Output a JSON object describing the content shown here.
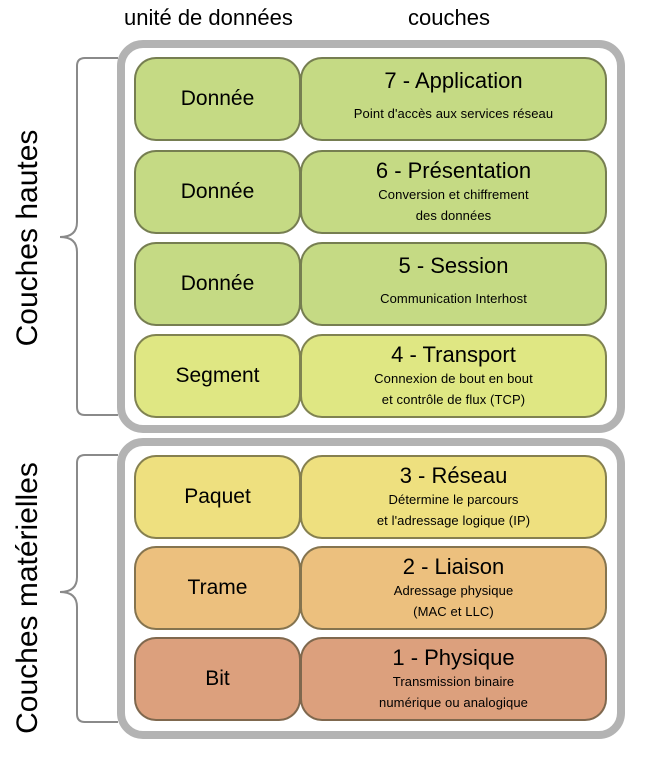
{
  "header": {
    "unit_label": "unité de données",
    "layer_label": "couches"
  },
  "groups": [
    {
      "label": "Couches hautes",
      "layers": [
        {
          "unit": "Donnée",
          "title": "7 - Application",
          "desc_line1": "Point d'accès aux services réseau",
          "desc_line2": "",
          "color": "#c5da84"
        },
        {
          "unit": "Donnée",
          "title": "6 - Présentation",
          "desc_line1": "Conversion et chiffrement",
          "desc_line2": "des données",
          "color": "#c5da84"
        },
        {
          "unit": "Donnée",
          "title": "5 - Session",
          "desc_line1": "Communication Interhost",
          "desc_line2": "",
          "color": "#c5da84"
        },
        {
          "unit": "Segment",
          "title": "4 - Transport",
          "desc_line1": "Connexion de bout en bout",
          "desc_line2": "et contrôle de flux (TCP)",
          "color": "#dfe783"
        }
      ]
    },
    {
      "label": "Couches matérielles",
      "layers": [
        {
          "unit": "Paquet",
          "title": "3 - Réseau",
          "desc_line1": "Détermine le parcours",
          "desc_line2": "et l'adressage logique (IP)",
          "color": "#eee07f"
        },
        {
          "unit": "Trame",
          "title": "2 - Liaison",
          "desc_line1": "Adressage physique",
          "desc_line2": "(MAC et LLC)",
          "color": "#ecc07e"
        },
        {
          "unit": "Bit",
          "title": "1 - Physique",
          "desc_line1": "Transmission binaire",
          "desc_line2": "numérique ou analogique",
          "color": "#dca07d"
        }
      ]
    }
  ],
  "colors": {
    "group_border": "#b3b3b3",
    "brace": "#8a8a8a"
  }
}
